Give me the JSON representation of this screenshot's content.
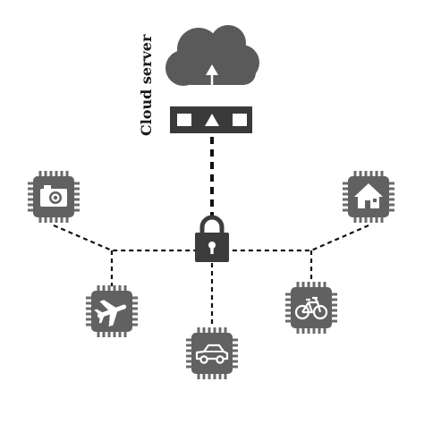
{
  "cloud": {
    "label": "Cloud server",
    "icon": "cloud-icon",
    "uplink_icon": "up-arrow-icon",
    "gateway_icon": "gateway-box-icon"
  },
  "hub": {
    "icon": "padlock-icon"
  },
  "devices": [
    {
      "id": "camera",
      "icon": "camera-icon"
    },
    {
      "id": "house",
      "icon": "house-icon"
    },
    {
      "id": "airplane",
      "icon": "airplane-icon"
    },
    {
      "id": "car",
      "icon": "car-icon"
    },
    {
      "id": "bicycle",
      "icon": "bicycle-icon"
    }
  ],
  "colors": {
    "chip": "#616161",
    "chip_pins": "#6a6a6a",
    "icon_fill": "#ffffff",
    "lines": "#111111",
    "cloud": "#5a5a5a",
    "gateway": "#3a3a3a",
    "lock": "#3c3c3c"
  }
}
